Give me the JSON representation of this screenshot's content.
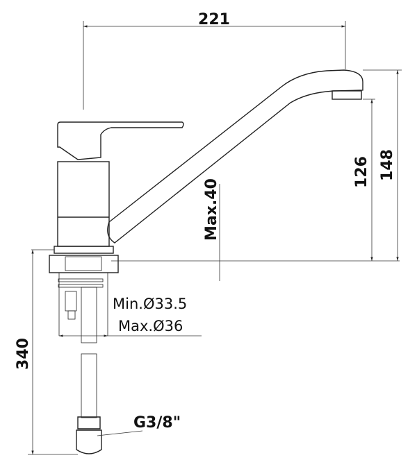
{
  "dimensions": {
    "spout_reach": "221",
    "spout_outlet_height": "126",
    "total_height": "148",
    "max_deck_thickness": "Max.40",
    "hole_min": "Min.Ø33.5",
    "hole_max": "Max.Ø36",
    "hose_length": "340",
    "connection": "G3/8\""
  }
}
